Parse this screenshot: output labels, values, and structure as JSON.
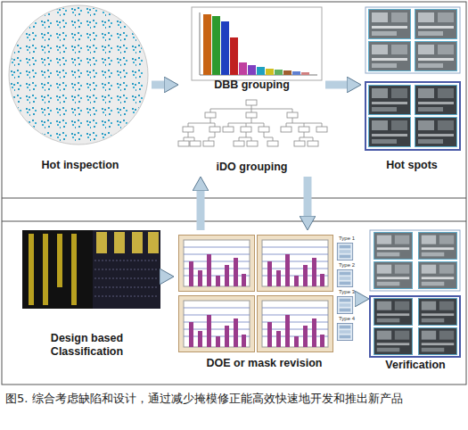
{
  "diagram": {
    "caption": "图5. 综合考虑缺陷和设计，通过减少掩模修正能高效快速地开发和推出新产品",
    "nodes": [
      {
        "text": [
          "Hot inspection"
        ]
      },
      {
        "text": [
          "DBB grouping"
        ]
      },
      {
        "text": [
          "iDO grouping"
        ]
      },
      {
        "text": [
          "Hot spots"
        ]
      },
      {
        "text": [
          "Design based Classification"
        ]
      },
      {
        "text": [
          "DOE or mask revision"
        ]
      },
      {
        "text": [
          "Verification"
        ]
      }
    ],
    "edges": [
      {
        "from": 0,
        "to": 1,
        "arrow": "to"
      },
      {
        "from": 1,
        "to": 3,
        "arrow": "to"
      },
      {
        "from": 2,
        "to": 5,
        "arrow": "to"
      },
      {
        "from": 5,
        "to": 2,
        "arrow": "to"
      },
      {
        "from": 4,
        "to": 5,
        "arrow": "to"
      },
      {
        "from": 5,
        "to": 6,
        "arrow": "to"
      }
    ],
    "labels": [
      "Type 1",
      "Type 2",
      "Type 3",
      "Type 4"
    ]
  }
}
